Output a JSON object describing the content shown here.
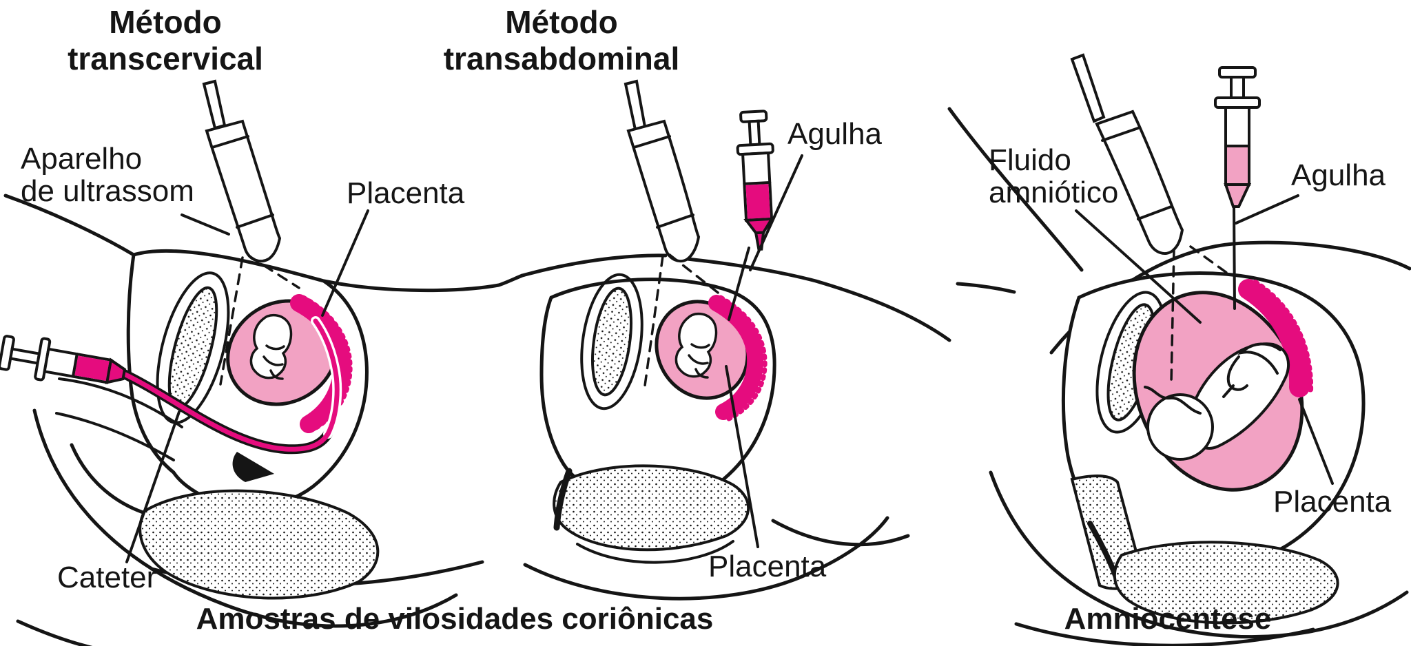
{
  "figure": {
    "background": "#ffffff",
    "ink_color": "#151515",
    "light_pink": "#F2A2C3",
    "deep_magenta": "#E50C7E",
    "panels": [
      {
        "id": "transcervical",
        "title": {
          "line1": "Método",
          "line2": "transcervical"
        },
        "labels": {
          "ultrasound": {
            "line1": "Aparelho",
            "line2": "de ultrassom"
          },
          "placenta": "Placenta",
          "catheter": "Cateter"
        }
      },
      {
        "id": "transabdominal",
        "title": {
          "line1": "Método",
          "line2": "transabdominal"
        },
        "labels": {
          "needle": "Agulha",
          "placenta": "Placenta"
        }
      },
      {
        "id": "amniocentese",
        "labels": {
          "amniotic_fluid": {
            "line1": "Fluido",
            "line2": "amniótico"
          },
          "needle": "Agulha",
          "placenta": "Placenta"
        }
      }
    ],
    "captions": {
      "chorionic_villus_sampling": "Amostras de vilosidades coriônicas",
      "amniocentesis": "Amniocentese"
    }
  }
}
